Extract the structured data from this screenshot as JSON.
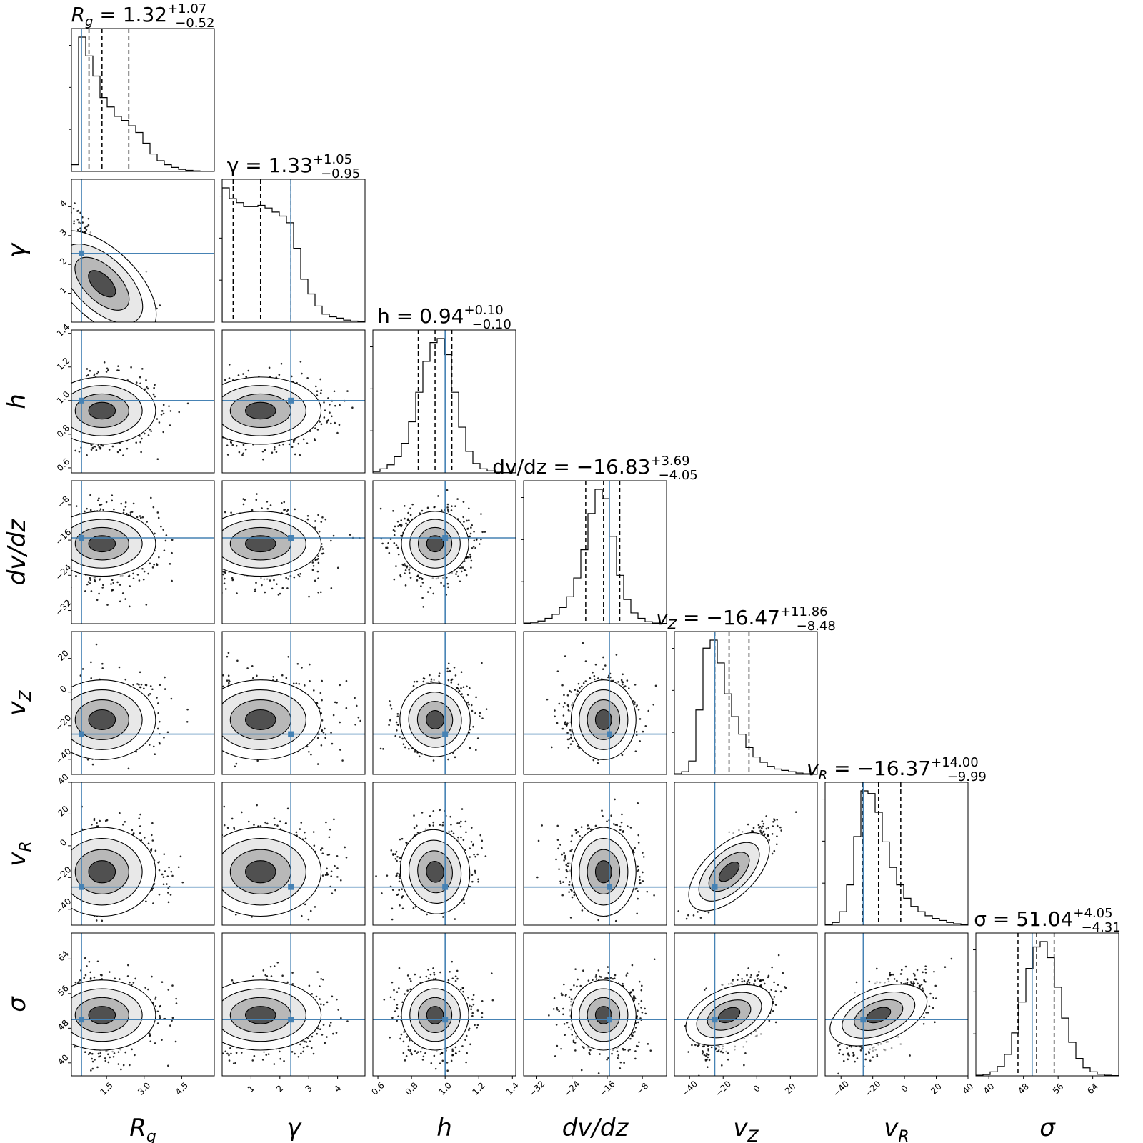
{
  "chart_data": {
    "type": "corner",
    "parameters": [
      {
        "key": "Rg",
        "label": "R",
        "label_sub": "g",
        "median": "1.32",
        "plus": "+1.07",
        "minus": "−0.52",
        "ticks": [
          "1.5",
          "3.0",
          "4.5"
        ],
        "tick_values": [
          1.5,
          3.0,
          4.5
        ],
        "range": [
          0.1,
          5.8
        ],
        "truth": 0.5,
        "q16": 0.8,
        "q50": 1.32,
        "q84": 2.39
      },
      {
        "key": "gamma",
        "label": "γ",
        "label_sub": "",
        "median": "1.33",
        "plus": "+1.05",
        "minus": "−0.95",
        "ticks": [
          "1",
          "2",
          "3",
          "4"
        ],
        "tick_values": [
          1,
          2,
          3,
          4
        ],
        "range": [
          0.0,
          4.95
        ],
        "truth": 2.38,
        "q16": 0.38,
        "q50": 1.33,
        "q84": 2.38
      },
      {
        "key": "h",
        "label": "h",
        "label_sub": "",
        "median": "0.94",
        "plus": "+0.10",
        "minus": "−0.10",
        "ticks": [
          "0.6",
          "0.8",
          "1.0",
          "1.2",
          "1.4"
        ],
        "tick_values": [
          0.6,
          0.8,
          1.0,
          1.2,
          1.4
        ],
        "range": [
          0.57,
          1.42
        ],
        "truth": 1.0,
        "q16": 0.84,
        "q50": 0.94,
        "q84": 1.04
      },
      {
        "key": "dvdz",
        "label": "dv/dz",
        "label_sub": "",
        "median": "−16.83",
        "plus": "+3.69",
        "minus": "−4.05",
        "ticks": [
          "−32",
          "−24",
          "−16",
          "−8"
        ],
        "tick_values": [
          -32,
          -24,
          -16,
          -8
        ],
        "range": [
          -35.0,
          -2.5
        ],
        "truth": -15.5,
        "q16": -20.88,
        "q50": -16.83,
        "q84": -13.14
      },
      {
        "key": "vZ",
        "label": "v",
        "label_sub": "Z",
        "median": "−16.47",
        "plus": "+11.86",
        "minus": "−8.48",
        "ticks": [
          "−40",
          "−20",
          "0",
          "20"
        ],
        "tick_values": [
          -40,
          -20,
          0,
          20
        ],
        "range": [
          -49.0,
          36.0
        ],
        "truth": -25.0,
        "q16": -24.95,
        "q50": -16.47,
        "q84": -4.61
      },
      {
        "key": "vR",
        "label": "v",
        "label_sub": "R",
        "median": "−16.37",
        "plus": "+14.00",
        "minus": "−9.99",
        "ticks": [
          "−40",
          "−20",
          "0",
          "20",
          "40"
        ],
        "tick_values": [
          -40,
          -20,
          0,
          20,
          40
        ],
        "range": [
          -50.0,
          40.0
        ],
        "truth": -26.0,
        "q16": -26.36,
        "q50": -16.37,
        "q84": -2.37
      },
      {
        "key": "sigma",
        "label": "σ",
        "label_sub": "",
        "median": "51.04",
        "plus": "+4.05",
        "minus": "−4.31",
        "ticks": [
          "40",
          "48",
          "56",
          "64"
        ],
        "tick_values": [
          40,
          48,
          56,
          64
        ],
        "range": [
          37.0,
          70.0
        ],
        "truth": 50.0,
        "q16": 46.73,
        "q50": 51.04,
        "q84": 55.09
      }
    ],
    "histograms": [
      [
        0.05,
        1.0,
        0.86,
        0.71,
        0.55,
        0.48,
        0.41,
        0.38,
        0.34,
        0.29,
        0.21,
        0.13,
        0.08,
        0.05,
        0.03,
        0.015,
        0.008,
        0.004,
        0.002,
        0.001
      ],
      [
        1.0,
        0.92,
        0.89,
        0.86,
        0.86,
        0.87,
        0.85,
        0.82,
        0.79,
        0.74,
        0.55,
        0.32,
        0.21,
        0.12,
        0.06,
        0.04,
        0.03,
        0.015,
        0.008,
        0.004
      ],
      [
        0.01,
        0.03,
        0.06,
        0.12,
        0.22,
        0.38,
        0.6,
        0.83,
        0.97,
        1.0,
        0.88,
        0.6,
        0.34,
        0.16,
        0.07,
        0.03,
        0.015,
        0.005,
        0.002,
        0.001
      ],
      [
        0.005,
        0.01,
        0.02,
        0.04,
        0.07,
        0.12,
        0.2,
        0.34,
        0.55,
        0.82,
        1.0,
        0.93,
        0.65,
        0.36,
        0.18,
        0.08,
        0.04,
        0.015,
        0.005,
        0.002
      ],
      [
        0.005,
        0.02,
        0.1,
        0.48,
        0.94,
        1.0,
        0.83,
        0.6,
        0.43,
        0.3,
        0.2,
        0.13,
        0.09,
        0.06,
        0.04,
        0.03,
        0.02,
        0.01,
        0.005,
        0.002
      ],
      [
        0.005,
        0.02,
        0.1,
        0.3,
        0.66,
        1.0,
        0.98,
        0.84,
        0.62,
        0.43,
        0.3,
        0.2,
        0.14,
        0.1,
        0.07,
        0.05,
        0.035,
        0.02,
        0.01,
        0.005
      ],
      [
        0.005,
        0.01,
        0.03,
        0.07,
        0.16,
        0.32,
        0.55,
        0.8,
        0.96,
        1.0,
        0.88,
        0.66,
        0.43,
        0.25,
        0.13,
        0.06,
        0.03,
        0.012,
        0.005,
        0.002
      ]
    ],
    "correlations": {
      "gamma,Rg": -0.85,
      "vR,vZ": 0.85,
      "sigma,vZ": 0.5,
      "sigma,vR": 0.5,
      "vZ,h": 0.15,
      "vR,h": 0.1
    },
    "style": {
      "truth_color": "#4682b4",
      "quantile_style": "dashed",
      "grid": false
    }
  }
}
